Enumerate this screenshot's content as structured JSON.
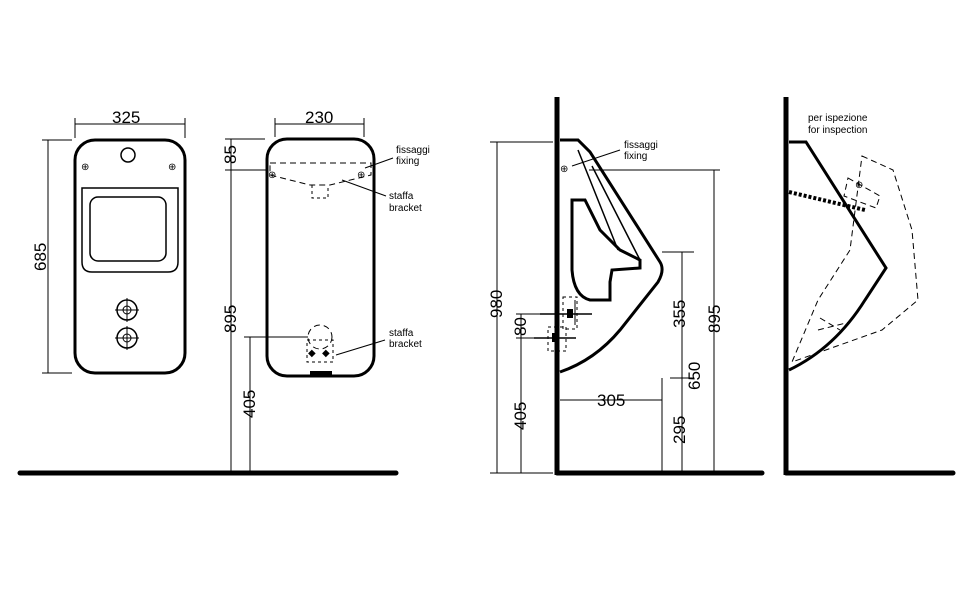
{
  "dimensions": {
    "front_width": "325",
    "front_height": "685",
    "back_width": "230",
    "back_top_offset": "85",
    "back_height": "895",
    "back_bottom_height": "405",
    "side_total_height": "980",
    "side_gap": "80",
    "side_lower_height": "405",
    "side_depth": "305",
    "side_upper": "355",
    "side_mid": "650",
    "side_lower_right": "295",
    "side_right_total": "895"
  },
  "labels": {
    "fixing_it": "fissaggi",
    "fixing_en": "fixing",
    "bracket_it": "staffa",
    "bracket_en": "bracket",
    "inspection_it": "per ispezione",
    "inspection_en": "for inspection"
  }
}
